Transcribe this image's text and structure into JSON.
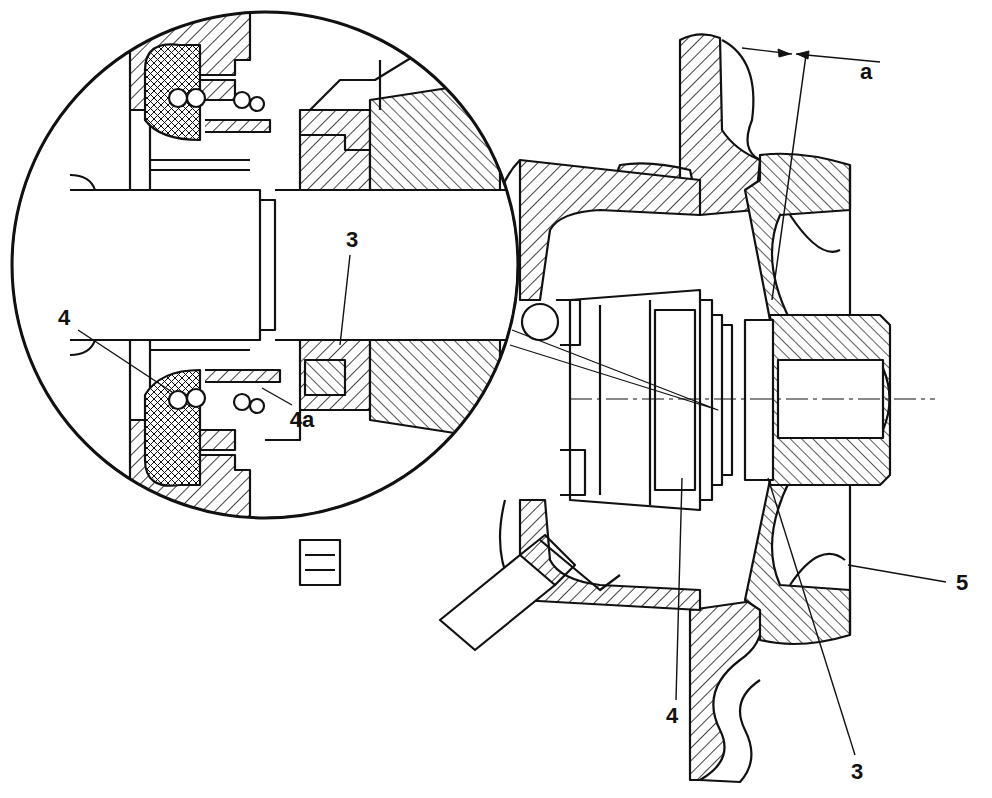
{
  "diagram": {
    "labels": [
      "a",
      "3",
      "4",
      "4a",
      "5",
      "4",
      "3"
    ]
  }
}
